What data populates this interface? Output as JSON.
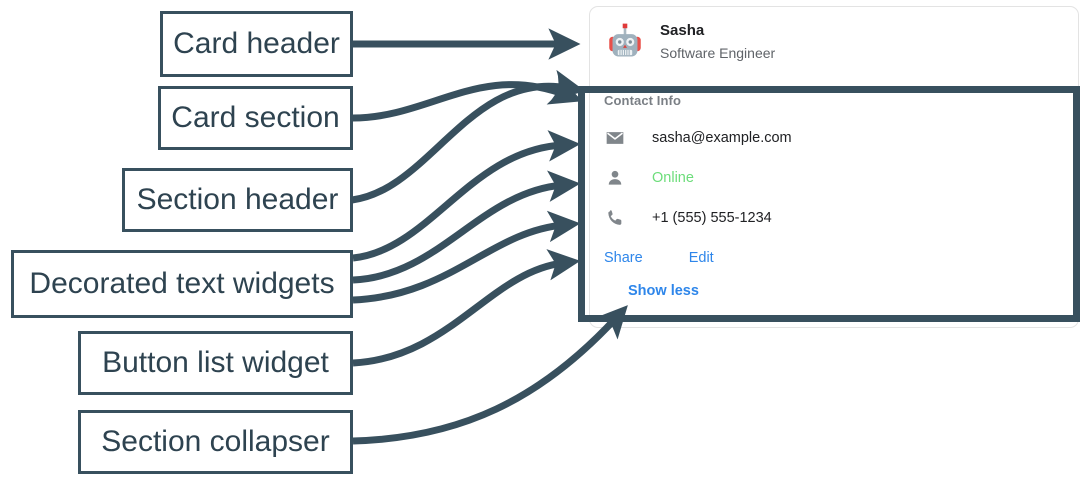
{
  "annotations": [
    {
      "label": "Card header",
      "name": "annotation-card-header"
    },
    {
      "label": "Card section",
      "name": "annotation-card-section"
    },
    {
      "label": "Section header",
      "name": "annotation-section-header"
    },
    {
      "label": "Decorated text widgets",
      "name": "annotation-decorated-text-widgets"
    },
    {
      "label": "Button list widget",
      "name": "annotation-button-list-widget"
    },
    {
      "label": "Section collapser",
      "name": "annotation-section-collapser"
    }
  ],
  "card": {
    "header": {
      "avatar_icon": "robot-avatar-icon",
      "title": "Sasha",
      "subtitle": "Software Engineer"
    },
    "section": {
      "header": "Contact Info",
      "rows": [
        {
          "icon": "email-icon",
          "text": "sasha@example.com",
          "state": "default"
        },
        {
          "icon": "person-icon",
          "text": "Online",
          "state": "online"
        },
        {
          "icon": "phone-icon",
          "text": "+1 (555) 555-1234",
          "state": "default"
        }
      ],
      "buttons": [
        {
          "label": "Share",
          "name": "share-button"
        },
        {
          "label": "Edit",
          "name": "edit-button"
        }
      ],
      "collapser": {
        "label": "Show less",
        "name": "show-less-button"
      }
    }
  },
  "colors": {
    "annotation_stroke": "#38505e",
    "link_blue": "#2e86ea",
    "online_green": "#6cdd7a",
    "icon_grey": "#80868b",
    "section_header_grey": "#7a7f85"
  }
}
